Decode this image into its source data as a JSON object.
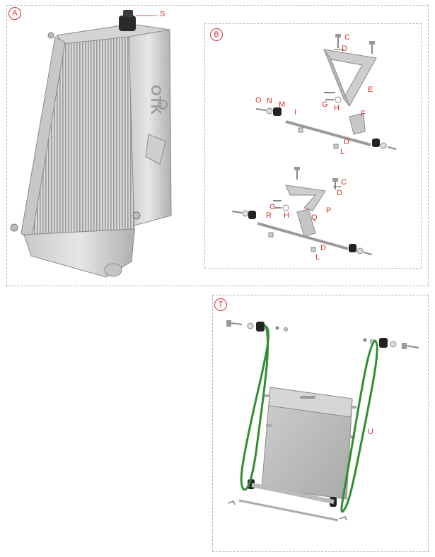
{
  "colors": {
    "label": "#d9312b",
    "belt": "#2f8f2f",
    "dash": "#b5b5b5",
    "metal": "#bcbcbc"
  },
  "panels": {
    "a": {
      "badge": "A"
    },
    "b": {
      "badge": "B"
    },
    "t": {
      "badge": "T"
    }
  },
  "labels": {
    "S": "S",
    "C1": "C",
    "D1": "D",
    "E": "E",
    "O": "O",
    "N": "N",
    "M": "M",
    "I": "I",
    "G1": "G",
    "H1": "H",
    "F": "F",
    "D2": "D",
    "L1": "L",
    "C2": "C",
    "D3": "D",
    "G2": "G",
    "H2": "H",
    "R": "R",
    "Q": "Q",
    "P": "P",
    "D4": "D",
    "L2": "L",
    "U": "U"
  },
  "logo_text": "OTK"
}
